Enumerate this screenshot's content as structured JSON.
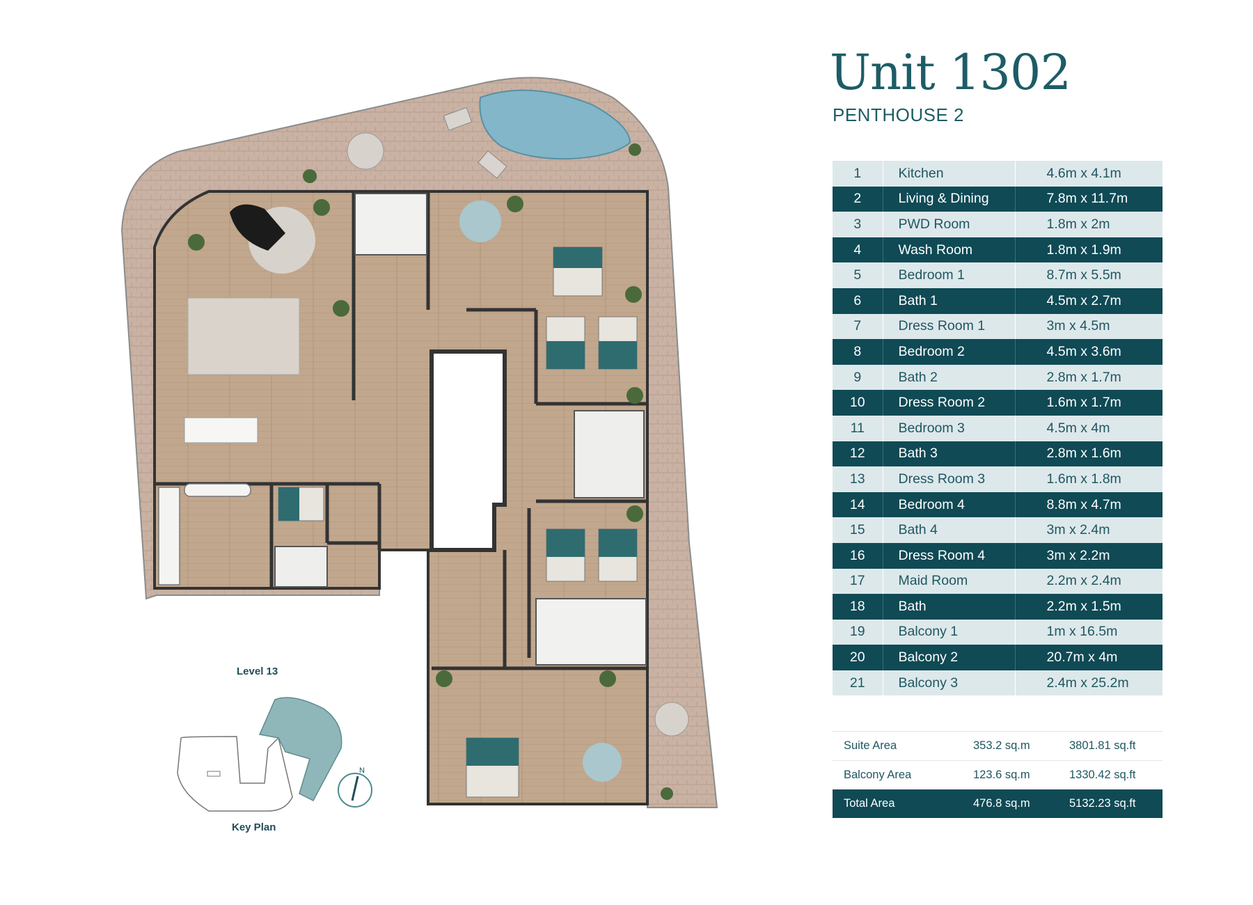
{
  "unit": {
    "title": "Unit 1302",
    "subtitle": "PENTHOUSE 2"
  },
  "rooms": [
    {
      "num": "1",
      "name": "Kitchen",
      "size": "4.6m x 4.1m"
    },
    {
      "num": "2",
      "name": "Living & Dining",
      "size": "7.8m x 11.7m"
    },
    {
      "num": "3",
      "name": "PWD Room",
      "size": "1.8m x 2m"
    },
    {
      "num": "4",
      "name": "Wash Room",
      "size": "1.8m x 1.9m"
    },
    {
      "num": "5",
      "name": "Bedroom 1",
      "size": "8.7m x 5.5m"
    },
    {
      "num": "6",
      "name": "Bath 1",
      "size": "4.5m x 2.7m"
    },
    {
      "num": "7",
      "name": "Dress Room 1",
      "size": "3m x 4.5m"
    },
    {
      "num": "8",
      "name": "Bedroom 2",
      "size": "4.5m x 3.6m"
    },
    {
      "num": "9",
      "name": "Bath 2",
      "size": "2.8m x 1.7m"
    },
    {
      "num": "10",
      "name": "Dress Room 2",
      "size": "1.6m x 1.7m"
    },
    {
      "num": "11",
      "name": "Bedroom 3",
      "size": "4.5m x 4m"
    },
    {
      "num": "12",
      "name": "Bath 3",
      "size": "2.8m x 1.6m"
    },
    {
      "num": "13",
      "name": "Dress Room 3",
      "size": "1.6m x 1.8m"
    },
    {
      "num": "14",
      "name": "Bedroom 4",
      "size": "8.8m x 4.7m"
    },
    {
      "num": "15",
      "name": "Bath 4",
      "size": "3m x 2.4m"
    },
    {
      "num": "16",
      "name": "Dress Room 4",
      "size": "3m x 2.2m"
    },
    {
      "num": "17",
      "name": "Maid Room",
      "size": "2.2m x 2.4m"
    },
    {
      "num": "18",
      "name": "Bath",
      "size": "2.2m x 1.5m"
    },
    {
      "num": "19",
      "name": "Balcony 1",
      "size": "1m x 16.5m"
    },
    {
      "num": "20",
      "name": "Balcony 2",
      "size": "20.7m x 4m"
    },
    {
      "num": "21",
      "name": "Balcony 3",
      "size": "2.4m x 25.2m"
    }
  ],
  "areas": [
    {
      "label": "Suite Area",
      "sqm": "353.2 sq.m",
      "sqft": "3801.81 sq.ft"
    },
    {
      "label": "Balcony Area",
      "sqm": "123.6 sq.m",
      "sqft": "1330.42 sq.ft"
    },
    {
      "label": "Total Area",
      "sqm": "476.8 sq.m",
      "sqft": "5132.23 sq.ft"
    }
  ],
  "keyplan": {
    "level_label": "Level 13",
    "caption": "Key Plan",
    "north_label": "N"
  },
  "colors": {
    "teal_dark": "#0f4a55",
    "teal_light": "#dde8eb",
    "title": "#1d5c66",
    "terrace": "#c8b1a2",
    "floor": "#bfa58a",
    "pool": "#7fb2c6"
  }
}
